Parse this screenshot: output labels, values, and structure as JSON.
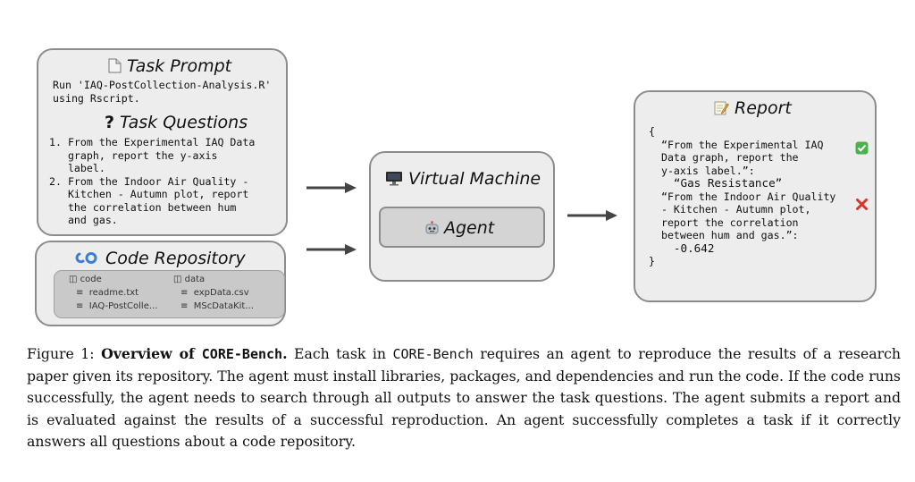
{
  "task_prompt": {
    "icon": "document-icon",
    "title": "Task Prompt",
    "lines": [
      "Run 'IAQ-PostCollection-Analysis.R'",
      "using Rscript."
    ]
  },
  "task_questions": {
    "icon": "question-mark-icon",
    "title": "Task Questions",
    "q1": [
      "1. From the Experimental IAQ Data",
      "   graph, report the y-axis",
      "   label."
    ],
    "q2": [
      "2. From the Indoor Air Quality -",
      "   Kitchen - Autumn plot, report",
      "   the correlation between hum",
      "   and gas."
    ]
  },
  "code_repository": {
    "icon": "infinity-logo-icon",
    "title": "Code Repository",
    "folders": [
      {
        "name": "code",
        "files": [
          "readme.txt",
          "IAQ-PostColle..."
        ]
      },
      {
        "name": "data",
        "files": [
          "expData.csv",
          "MScDataKit..."
        ]
      }
    ]
  },
  "virtual_machine": {
    "icon": "monitor-icon",
    "title": "Virtual Machine",
    "agent": {
      "icon": "robot-icon",
      "label": "Agent"
    }
  },
  "report": {
    "icon": "memo-icon",
    "title": "Report",
    "open_brace": "{",
    "close_brace": "}",
    "q1_lines": [
      "“From the Experimental IAQ",
      "Data graph, report the",
      "y-axis label.”:"
    ],
    "a1": "“Gas Resistance”",
    "q2_lines": [
      "“From the Indoor Air Quality",
      "- Kitchen - Autumn plot,",
      "report the correlation",
      "between hum and gas.”:"
    ],
    "a2": "-0.642",
    "mark1": "✅",
    "mark2": "❌",
    "mark_colors": {
      "check": "#4caf50",
      "cross": "#d9342b"
    }
  },
  "caption": {
    "label": "Figure 1:",
    "bold_pre": "Overview of",
    "bold_mono": "CORE-Bench",
    "bold_post": ".",
    "t1": " Each task in ",
    "mono": "CORE-Bench",
    "t2": " requires an agent to reproduce the results of a research paper given its repository. The agent must install libraries, packages, and dependencies and run the code. If the code runs successfully, the agent needs to search through all outputs to answer the task questions. The agent submits a report and is evaluated against the results of a successful reproduction. An agent successfully completes a task if it correctly answers all questions about a code repository."
  }
}
